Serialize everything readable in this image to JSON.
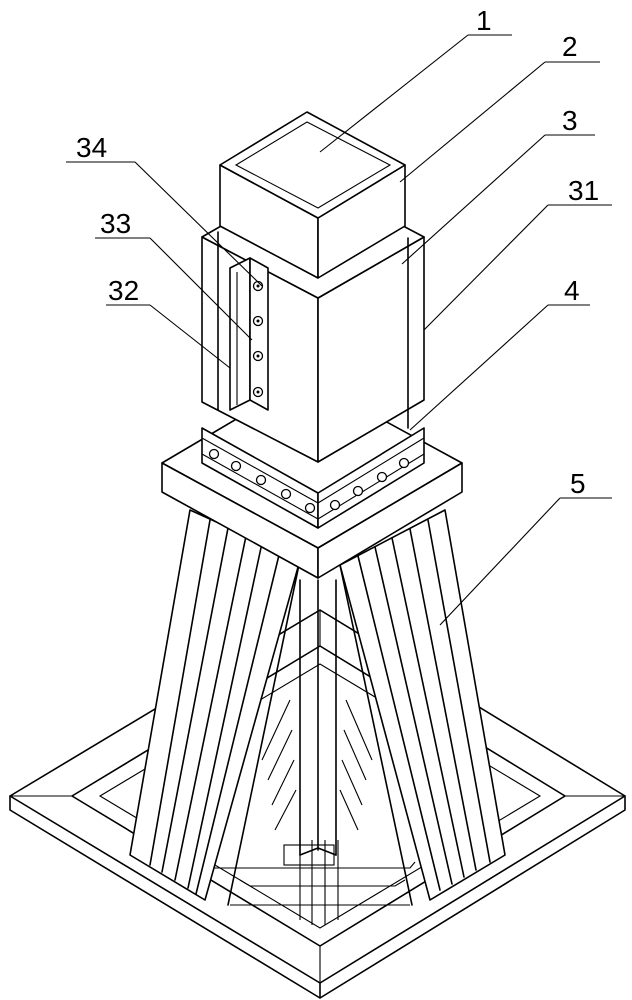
{
  "labels": {
    "l1": "1",
    "l2": "2",
    "l3": "3",
    "l31": "31",
    "l4": "4",
    "l5": "5",
    "l32": "32",
    "l33": "33",
    "l34": "34"
  }
}
